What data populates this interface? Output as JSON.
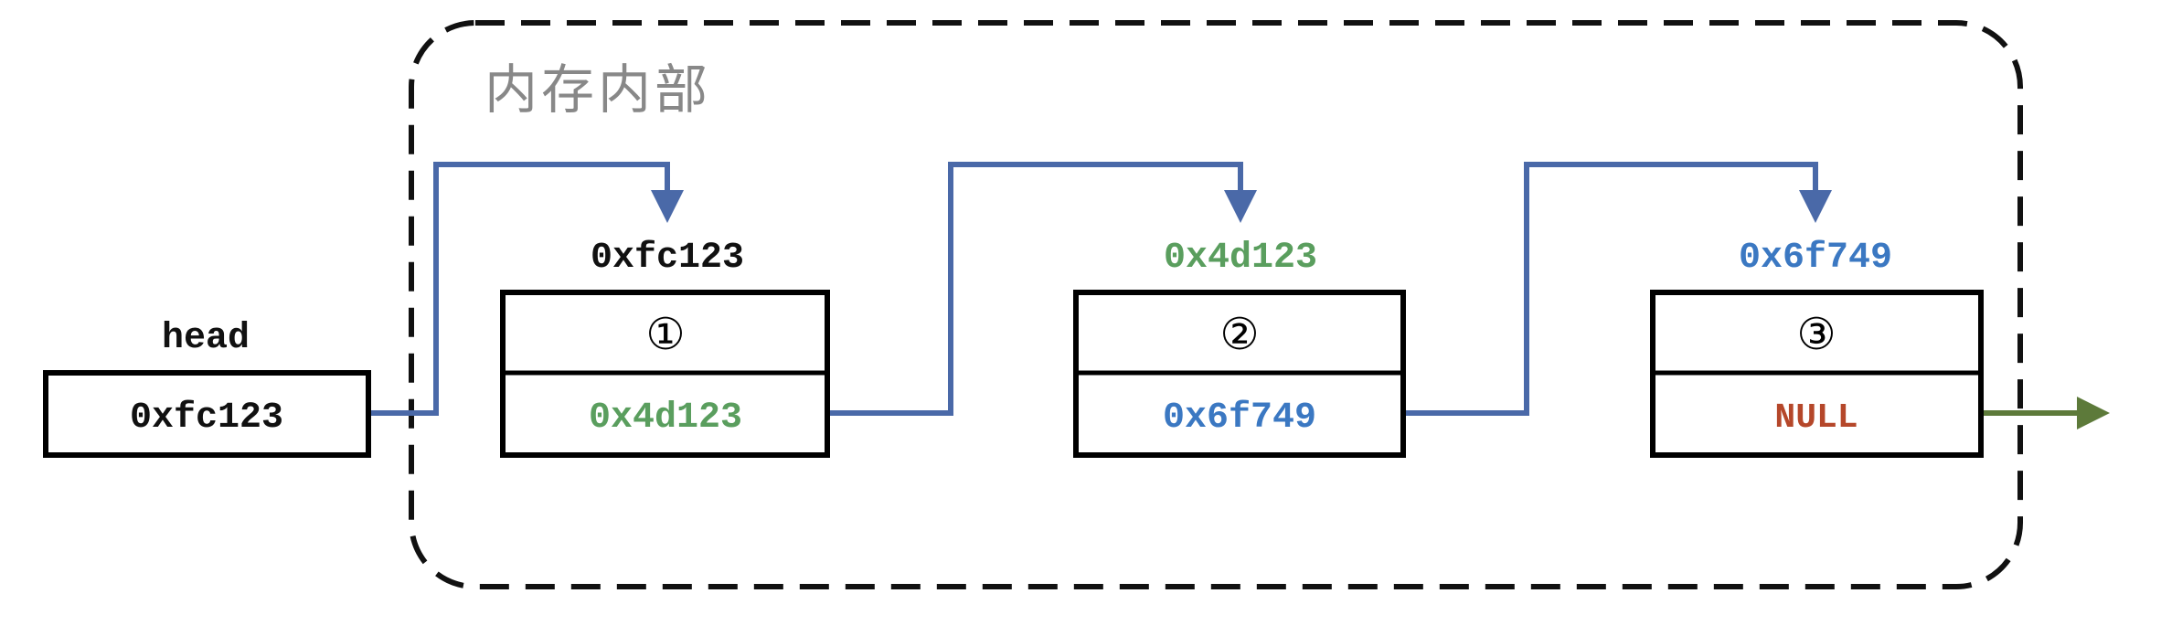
{
  "memory_region": {
    "label": "内存内部"
  },
  "head": {
    "label": "head",
    "value": "0xfc123"
  },
  "nodes": [
    {
      "address": "0xfc123",
      "index": "①",
      "next": "0x4d123"
    },
    {
      "address": "0x4d123",
      "index": "②",
      "next": "0x6f749"
    },
    {
      "address": "0x6f749",
      "index": "③",
      "next": "NULL"
    }
  ],
  "colors": {
    "black": "#111111",
    "green": "#5a9e5e",
    "blue": "#3b78c2",
    "red": "#b5472a",
    "link_line": "#4a69a8",
    "null_arrow": "#5d7a3a",
    "region_label": "#888888"
  }
}
